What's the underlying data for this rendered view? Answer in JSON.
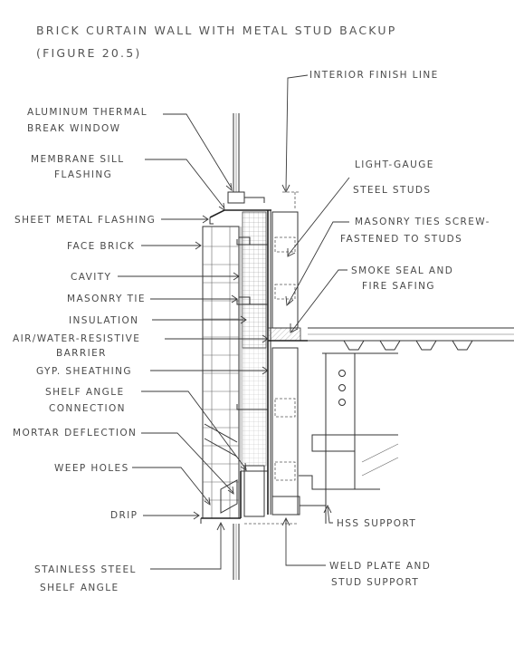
{
  "title": {
    "line1": "BRICK CURTAIN WALL WITH METAL STUD BACKUP",
    "line2": "(FIGURE 20.5)"
  },
  "labels": {
    "interior_finish_line": "INTERIOR FINISH LINE",
    "aluminum_window_1": "ALUMINUM THERMAL",
    "aluminum_window_2": "BREAK WINDOW",
    "membrane_sill_1": "MEMBRANE SILL",
    "membrane_sill_2": "FLASHING",
    "light_gauge_1": "LIGHT-GAUGE",
    "light_gauge_2": "STEEL STUDS",
    "sheet_metal_flashing": "SHEET METAL FLASHING",
    "face_brick": "FACE BRICK",
    "masonry_ties_1": "MASONRY TIES SCREW-",
    "masonry_ties_2": "FASTENED TO STUDS",
    "cavity": "CAVITY",
    "smoke_seal_1": "SMOKE SEAL AND",
    "smoke_seal_2": "FIRE SAFING",
    "masonry_tie": "MASONRY TIE",
    "insulation": "INSULATION",
    "air_water_1": "AIR/WATER-RESISTIVE",
    "air_water_2": "BARRIER",
    "gyp_sheathing": "GYP. SHEATHING",
    "shelf_angle_1": "SHELF ANGLE",
    "shelf_angle_2": "CONNECTION",
    "mortar_deflection": "MORTAR DEFLECTION",
    "weep_holes": "WEEP HOLES",
    "drip": "DRIP",
    "hss_support": "HSS SUPPORT",
    "stainless_1": "STAINLESS STEEL",
    "stainless_2": "SHELF ANGLE",
    "weld_plate_1": "WELD PLATE AND",
    "weld_plate_2": "STUD SUPPORT"
  },
  "colors": {
    "ink": "#333333",
    "paper": "#ffffff",
    "pencil": "#4a4a4a"
  }
}
